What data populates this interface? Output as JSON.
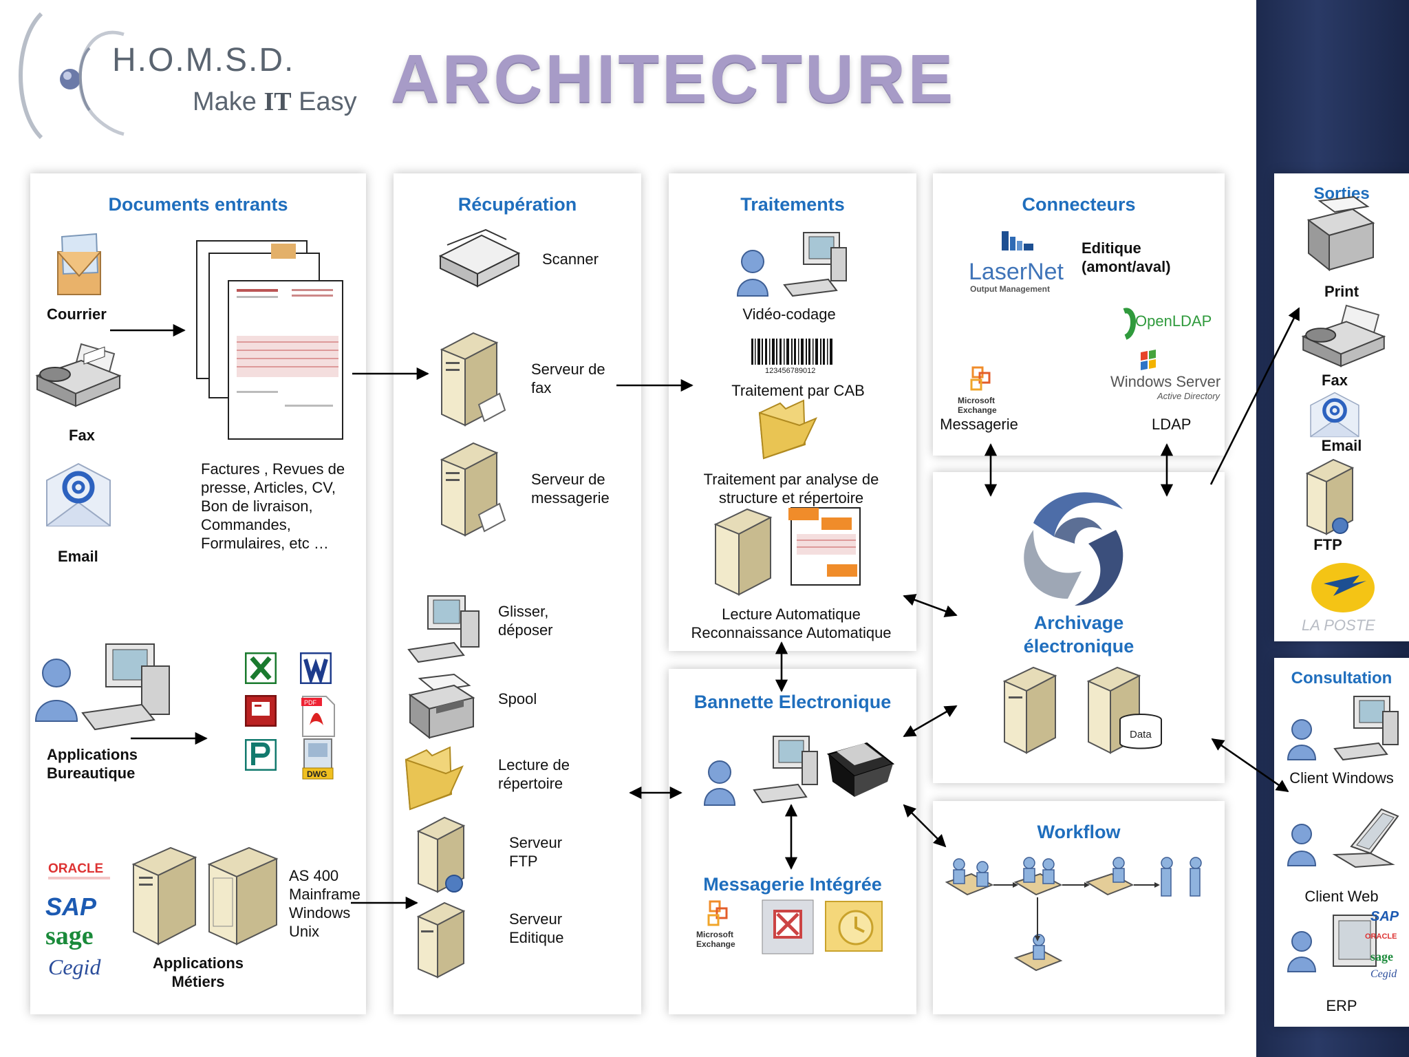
{
  "header": {
    "brand": "H.O.M.S.D.",
    "tagline_pre": "Make ",
    "tagline_it": "IT",
    "tagline_post": " Easy",
    "title": "ARCHITECTURE"
  },
  "documents_entrants": {
    "title": "Documents entrants",
    "courrier": "Courrier",
    "fax": "Fax",
    "email": "Email",
    "doc_types": [
      "Factures , Revues de",
      "presse, Articles, CV,",
      "Bon de livraison,",
      "Commandes,",
      "Formulaires, etc …"
    ],
    "apps_bureautique": [
      "Applications",
      "Bureautique"
    ],
    "as400": [
      "AS 400",
      "Mainframe",
      "Windows",
      "Unix"
    ],
    "apps_metiers": [
      "Applications",
      "Métiers"
    ],
    "pdf_badge": "PDF",
    "dwg_badge": "DWG",
    "vendors": [
      "ORACLE",
      "SAP",
      "sage",
      "Cegid"
    ]
  },
  "recuperation": {
    "title": "Récupération",
    "scanner": "Scanner",
    "serveur_fax": [
      "Serveur de",
      "fax"
    ],
    "serveur_messagerie": [
      "Serveur de",
      "messagerie"
    ],
    "glisser": [
      "Glisser,",
      "déposer"
    ],
    "spool": "Spool",
    "lecture_repertoire": [
      "Lecture de",
      "répertoire"
    ],
    "serveur_ftp": [
      "Serveur",
      "FTP"
    ],
    "serveur_editique": [
      "Serveur",
      "Editique"
    ]
  },
  "traitements": {
    "title": "Traitements",
    "video": "Vidéo-codage",
    "cab": "Traitement par CAB",
    "barcode_digits": "123456789012",
    "analyse": [
      "Traitement par analyse de",
      "structure et répertoire"
    ],
    "lecture_auto": [
      "Lecture Automatique",
      "Reconnaissance Automatique"
    ]
  },
  "bannette": {
    "title": "Bannette Electronique",
    "messagerie_title": "Messagerie Intégrée",
    "exchange_logo": [
      "Microsoft",
      "Exchange"
    ]
  },
  "connecteurs": {
    "title": "Connecteurs",
    "editique": [
      "Editique",
      "(amont/aval)"
    ],
    "lasernet": "LaserNet",
    "lasernet_sub": "Output Management",
    "openldap": "OpenLDAP",
    "windows_server": "Windows Server",
    "active_directory": "Active Directory",
    "exchange_logo": [
      "Microsoft",
      "Exchange"
    ],
    "messagerie": "Messagerie",
    "ldap": "LDAP"
  },
  "archivage": {
    "title": [
      "Archivage",
      "électronique"
    ],
    "data_label": "Data"
  },
  "workflow": {
    "title": "Workflow"
  },
  "sorties": {
    "title": "Sorties",
    "print": "Print",
    "fax": "Fax",
    "email": "Email",
    "ftp": "FTP",
    "laposte": "LA POSTE"
  },
  "consultation": {
    "title": "Consultation",
    "client_windows": "Client Windows",
    "client_web": "Client Web",
    "erp": "ERP"
  },
  "colors": {
    "panel_title": "#1f6ebd",
    "title_gradient": "#a79bc7",
    "dark_bg": "#1d2a4e"
  }
}
